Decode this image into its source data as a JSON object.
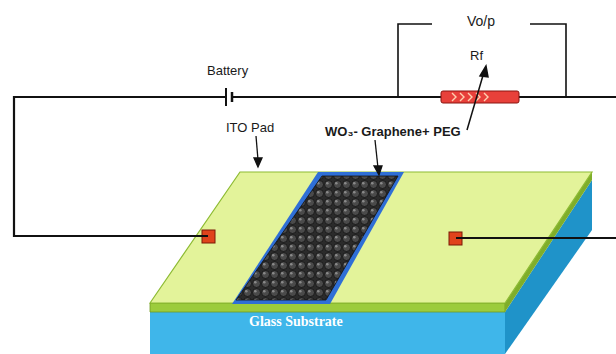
{
  "diagram": {
    "labels": [
      "Vo/p",
      "Battery",
      "Rf",
      "ITO Pad",
      "WO₃- Graphene+ PEG",
      "Glass Substrate"
    ]
  }
}
